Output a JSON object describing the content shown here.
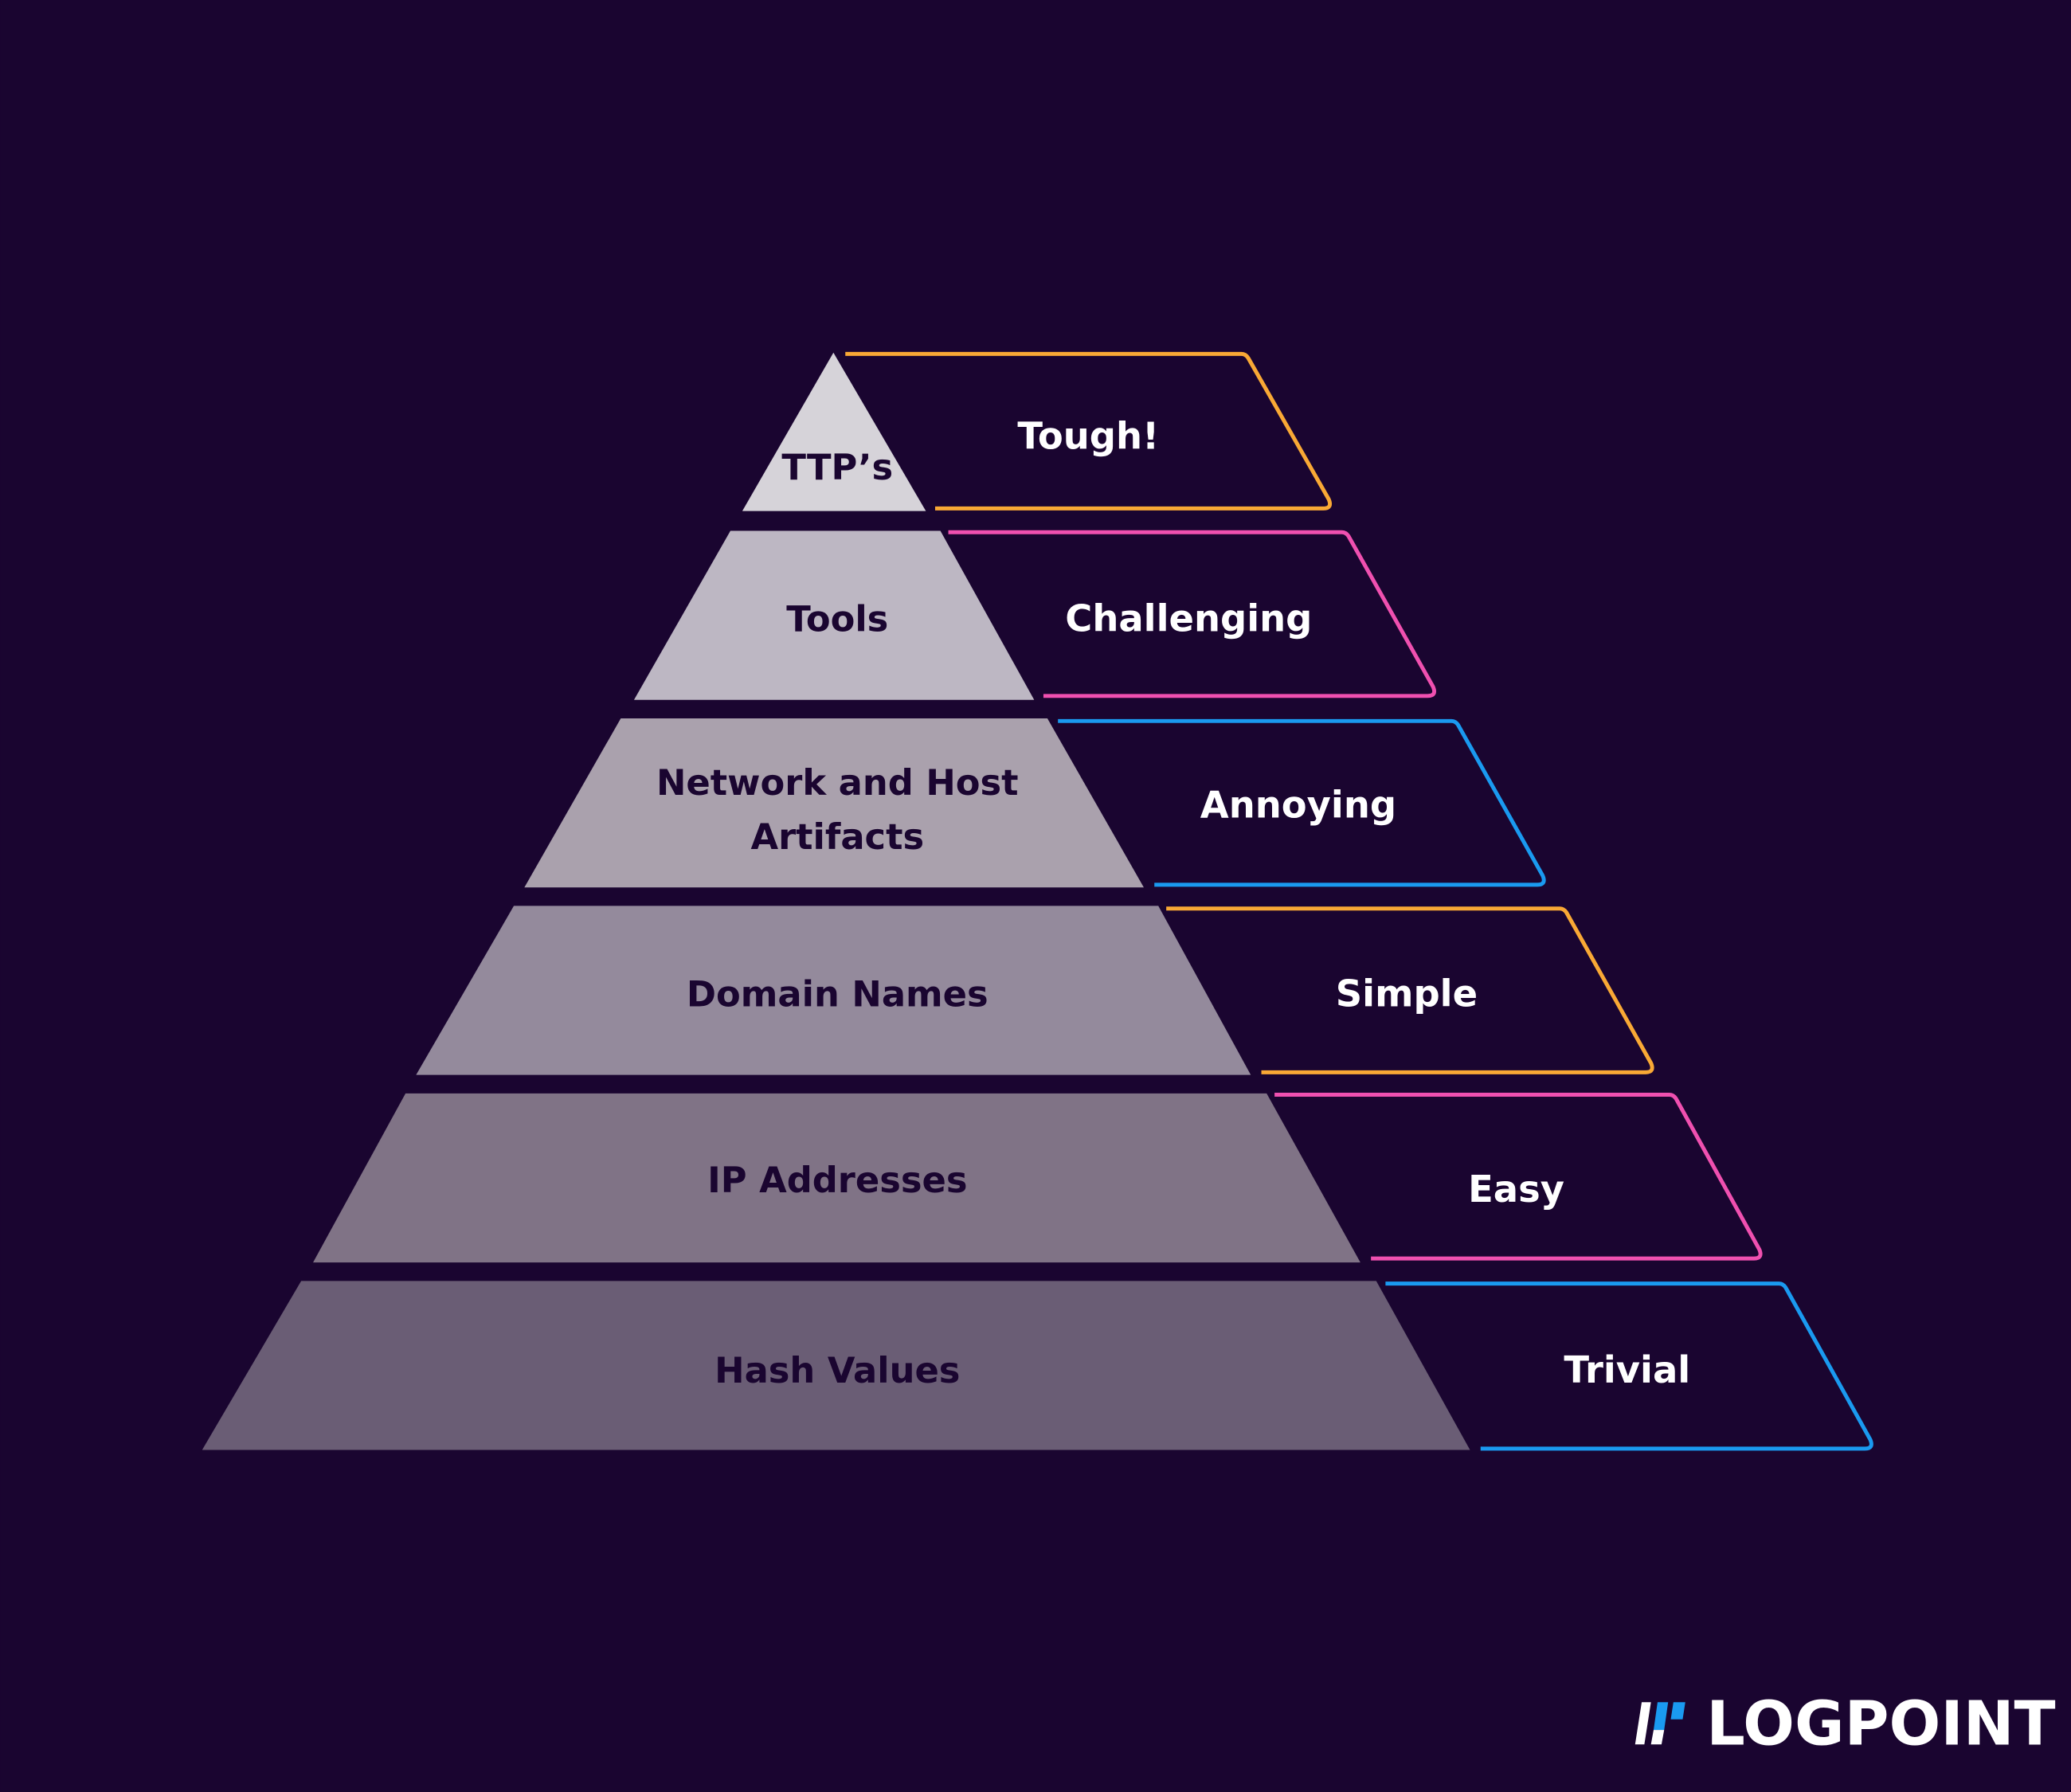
{
  "pyramid": {
    "levels": [
      {
        "label": "TTP’s",
        "difficulty": "Tough!",
        "fill": "#d6d3d9",
        "accent": "#f9a935"
      },
      {
        "label": "Tools",
        "difficulty": "Challenging",
        "fill": "#bdb7c3",
        "accent": "#f050b0"
      },
      {
        "label_line1": "Network and Host",
        "label_line2": "Artifacts",
        "difficulty": "Annoying",
        "fill": "#aaa1ad",
        "accent": "#1a9af0"
      },
      {
        "label": "Domain Names",
        "difficulty": "Simple",
        "fill": "#948a9c",
        "accent": "#f9a935"
      },
      {
        "label": "IP Addresses",
        "difficulty": "Easy",
        "fill": "#807386",
        "accent": "#f050b0"
      },
      {
        "label": "Hash Values",
        "difficulty": "Trivial",
        "fill": "#6a5d75",
        "accent": "#1a9af0"
      }
    ]
  },
  "brand": {
    "name": "LOGPOINT",
    "accent": "#1a9af0"
  },
  "colors": {
    "background": "#1a0530"
  }
}
